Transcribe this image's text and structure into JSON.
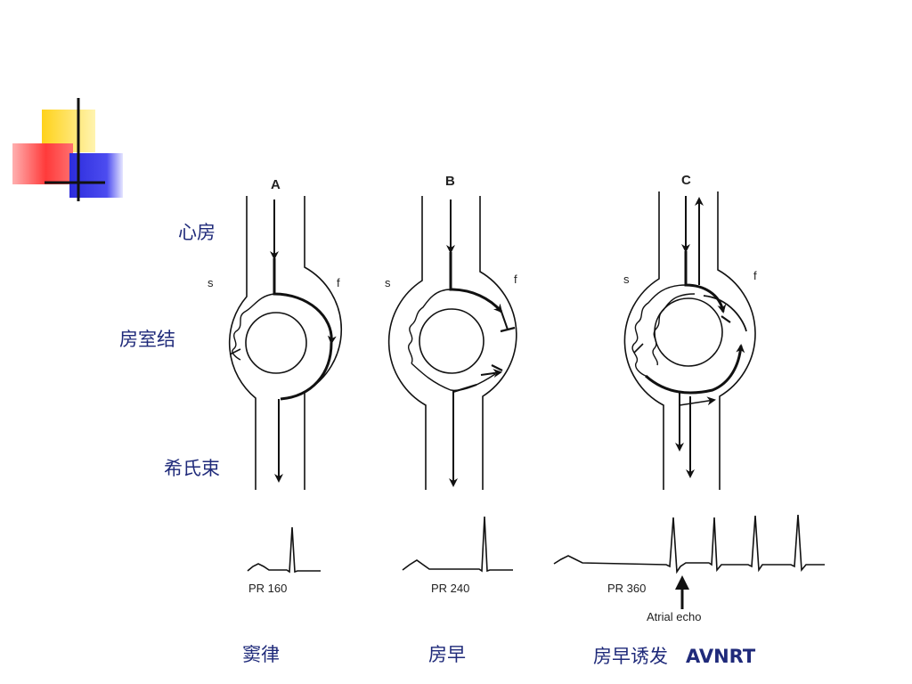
{
  "labels": {
    "atrium": "心房",
    "av_node": "房室结",
    "his_bundle": "希氏束"
  },
  "panels": [
    {
      "letter": "A",
      "slow": "s",
      "fast": "f",
      "pr": "PR 160",
      "caption": "窦律"
    },
    {
      "letter": "B",
      "slow": "s",
      "fast": "f",
      "pr": "PR 240",
      "caption": "房早"
    },
    {
      "letter": "C",
      "slow": "s",
      "fast": "f",
      "pr": "PR 360",
      "caption_main": "房早诱发",
      "caption_bold": "AVNRT",
      "echo": "Atrial echo"
    }
  ],
  "colors": {
    "label_text": "#1f2a7a",
    "deco_yellow": "#ffd21a",
    "deco_red": "#ff3a3a",
    "deco_blue": "#2c2cdc",
    "line": "#111111"
  }
}
